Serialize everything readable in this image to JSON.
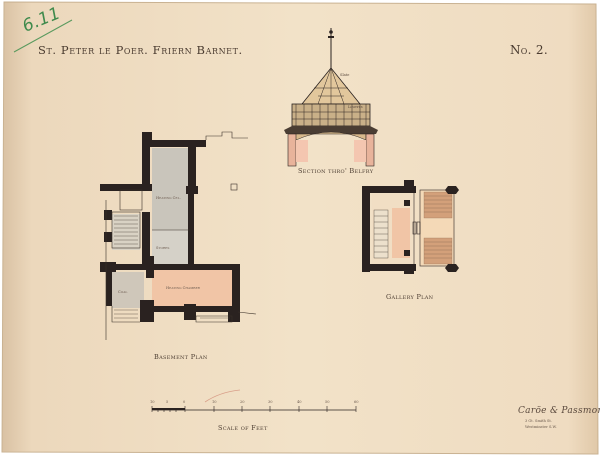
{
  "drawing": {
    "catalogue_mark": "6.11",
    "title": "St. Peter le Poer. Friern Barnet.",
    "sheet_number": "No. 2.",
    "labels": {
      "belfry": "Section thro' Belfry",
      "gallery": "Gallery Plan",
      "basement": "Basement Plan",
      "scale": "Scale of Feet"
    },
    "rooms": {
      "heating": "Heating Cel.",
      "stores": "Stores",
      "heating_chamber": "Heating Chamber",
      "coal": "Coal"
    },
    "scale_ticks": [
      "10",
      "5",
      "0",
      "10",
      "20",
      "30",
      "40",
      "50",
      "60"
    ],
    "signature": "Caröe & Passmore",
    "address_line1": "3 Gt. Smith St.",
    "address_line2": "Westminster S.W."
  },
  "colors": {
    "paper": "#efdcc1",
    "ink": "#2b2420",
    "wall_fill": "#2a2220",
    "wash_grey": "#c9c5bb",
    "wash_pink": "#f1c5a6",
    "wash_tan": "#e2c79c",
    "catalogue_green": "#3f8a4c"
  }
}
